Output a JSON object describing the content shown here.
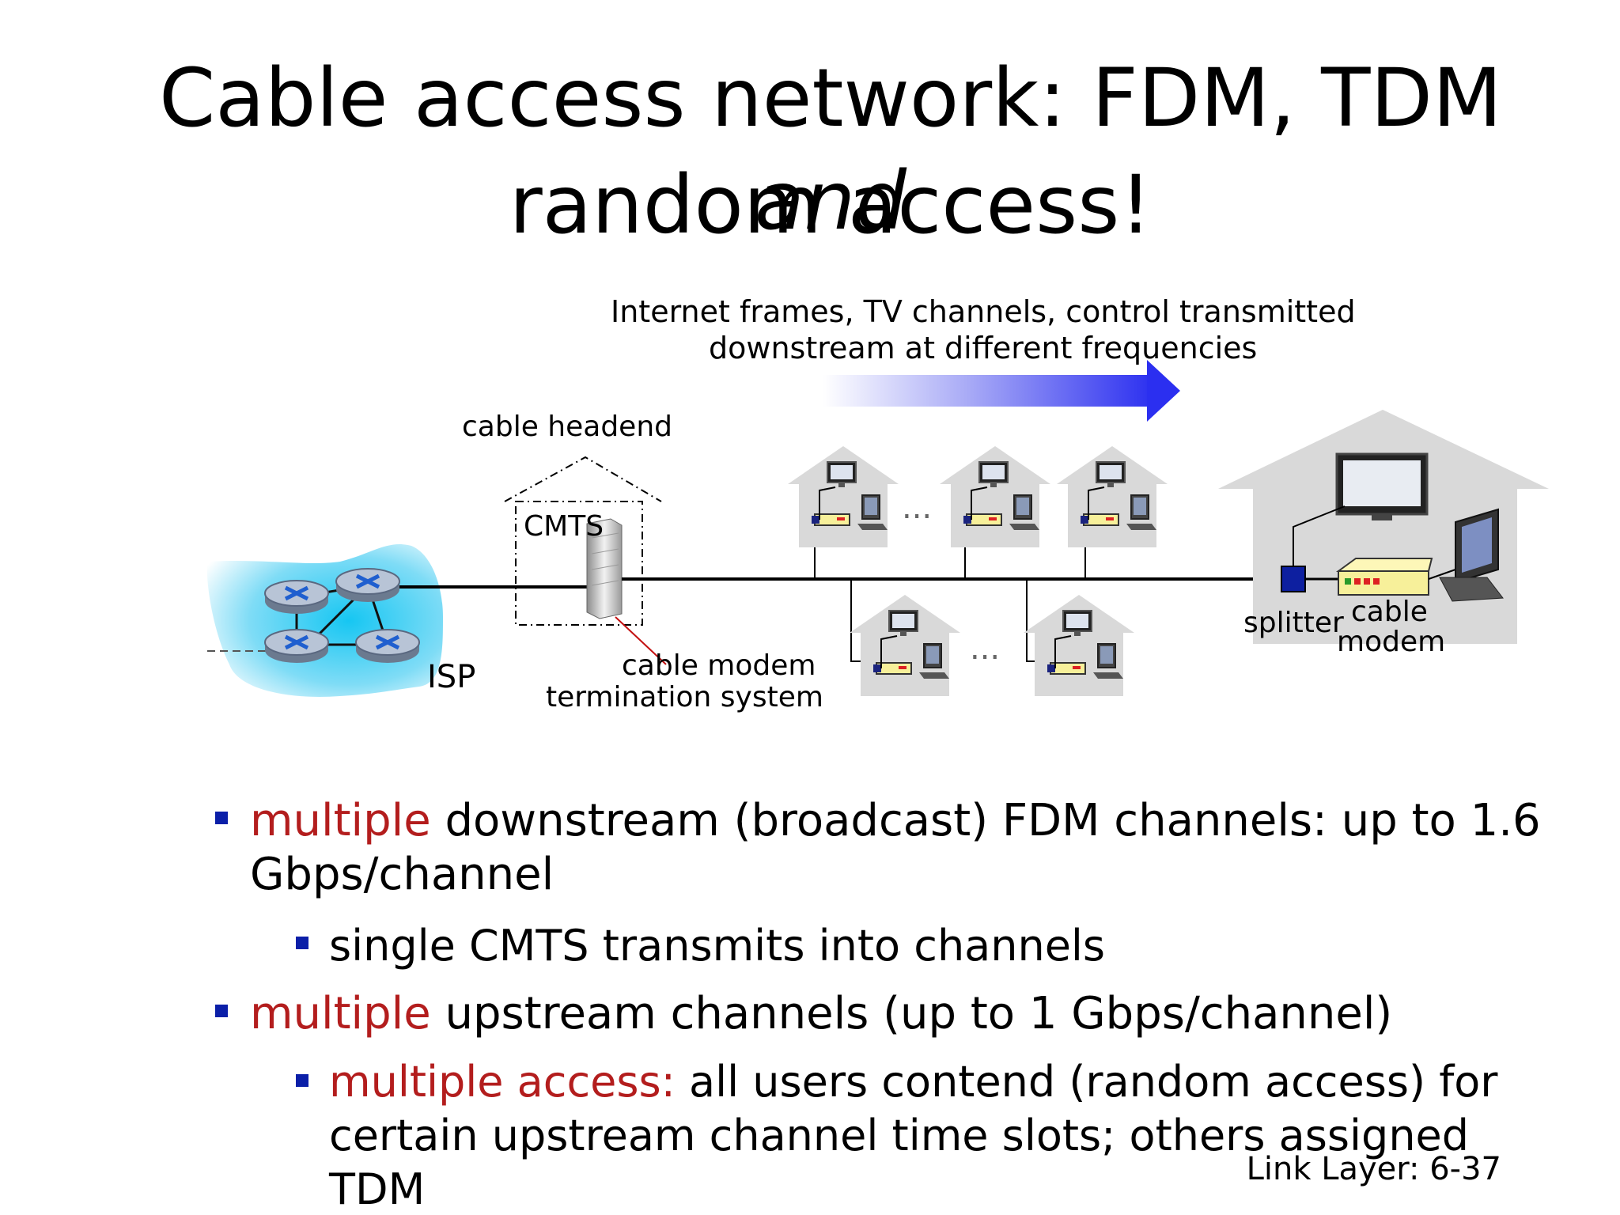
{
  "slide": {
    "title_line1_main": "Cable access network: FDM, TDM ",
    "title_line1_italic": "and",
    "title_line2": "random access!",
    "downstream_caption_line1": "Internet frames, TV channels, control  transmitted",
    "downstream_caption_line2": "downstream at different frequencies",
    "labels": {
      "headend": "cable headend",
      "cmts": "CMTS",
      "isp": "ISP",
      "cmts_full_line1": "cable modem",
      "cmts_full_line2": "termination system",
      "splitter": "splitter",
      "modem_line1": "cable",
      "modem_line2": "modem",
      "ellipsis": "..."
    },
    "bullets": [
      {
        "red": "multiple",
        "rest_line1": " downstream (broadcast) FDM channels: up to 1.6",
        "rest_line2": "Gbps/channel"
      },
      {
        "text": " single CMTS transmits into channels"
      },
      {
        "red": "multiple",
        "rest": " upstream channels (up to 1 Gbps/channel)"
      },
      {
        "red": "multiple access:",
        "rest_line1": " all users contend (random access) for",
        "rest_line2": "certain upstream channel time slots; others assigned",
        "rest_line3": "TDM"
      }
    ],
    "footer": "Link Layer: 6-37"
  },
  "colors": {
    "bullet": "#0b1fa8",
    "accent_red": "#b31d1d",
    "arrow_blue": "#2b2ff0",
    "isp_cloud": "#16c6f2",
    "modem_yellow": "#f7f09a"
  }
}
